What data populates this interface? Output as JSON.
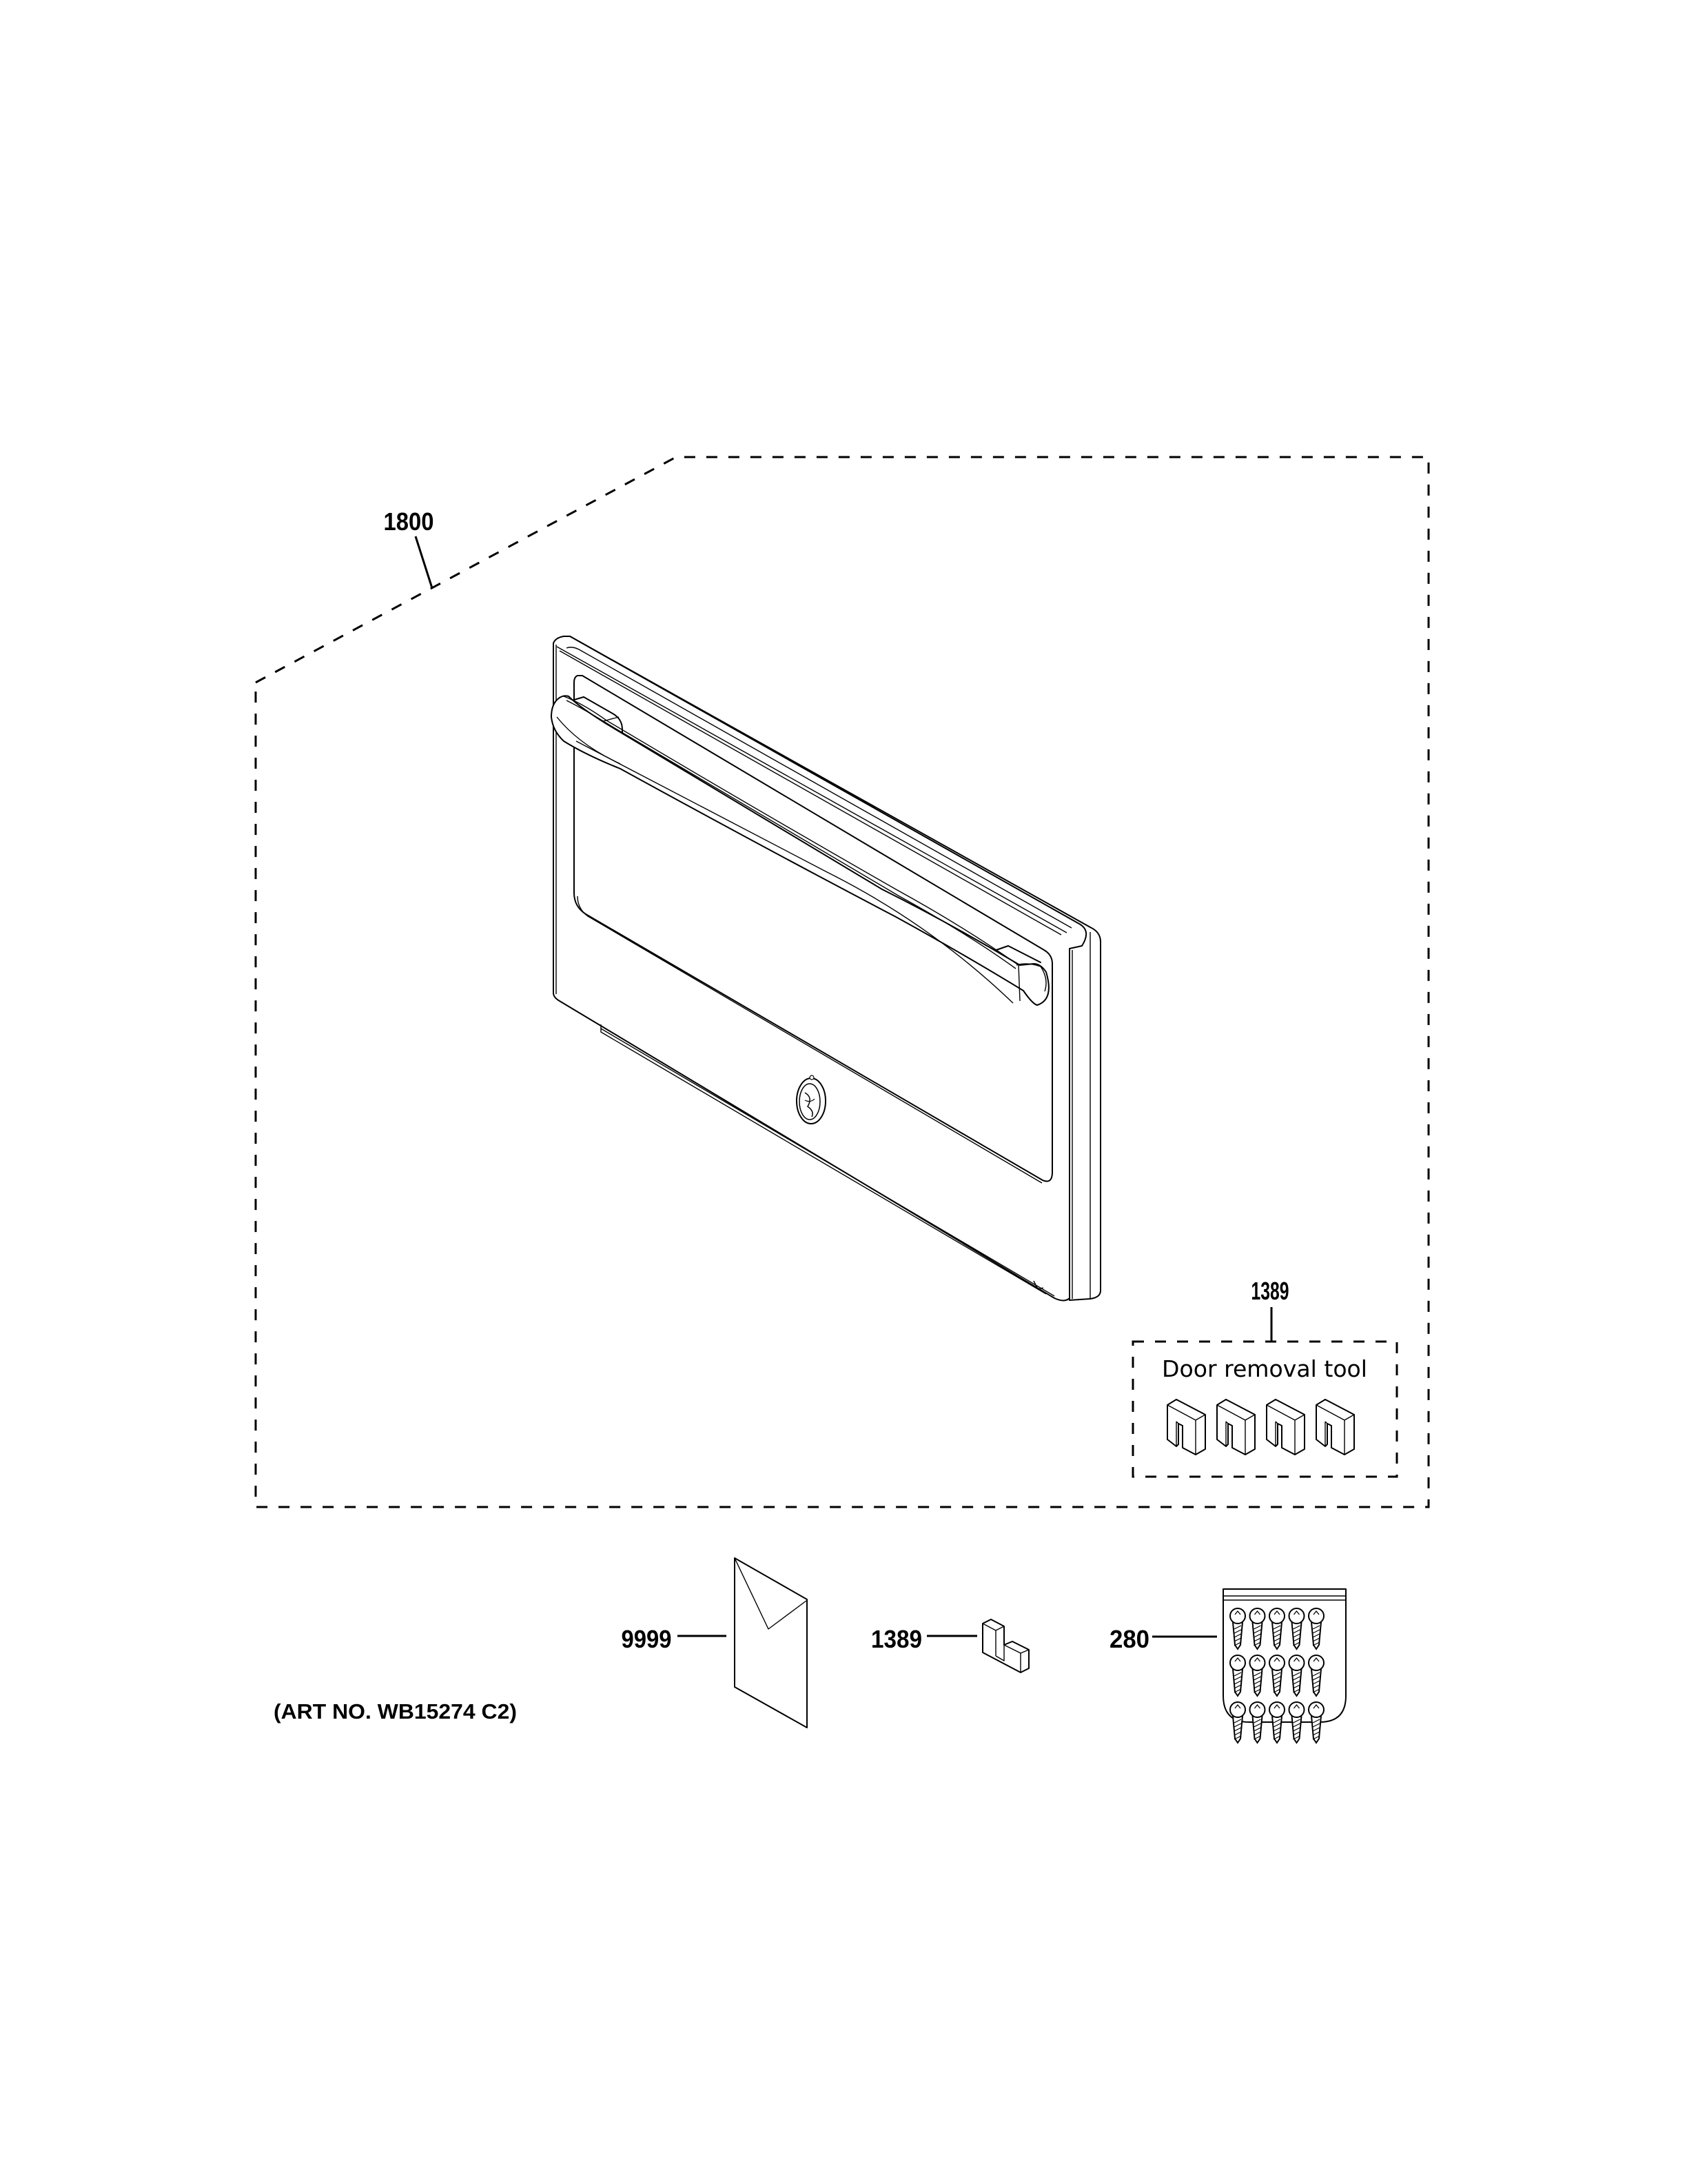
{
  "diagram": {
    "type": "exploded-parts-diagram",
    "subject": "Appliance door assembly",
    "colors": {
      "line": "#000000",
      "background": "#ffffff"
    }
  },
  "assembly": {
    "callout": "1800",
    "description": "Door assembly (dashed group)"
  },
  "door_removal_group": {
    "callout": "1389",
    "caption": "Door removal tool",
    "tool_count": 4
  },
  "loose_parts": [
    {
      "callout": "9999",
      "icon": "envelope-icon",
      "description": "Literature envelope"
    },
    {
      "callout": "1389",
      "icon": "door-removal-clip-icon",
      "description": "Door removal tool clip"
    },
    {
      "callout": "280",
      "icon": "screw-bag-icon",
      "description": "Bag of screws",
      "screw_rows": 3,
      "screw_cols": 5
    }
  ],
  "footer": {
    "art_number": "(ART NO. WB15274 C2)"
  }
}
